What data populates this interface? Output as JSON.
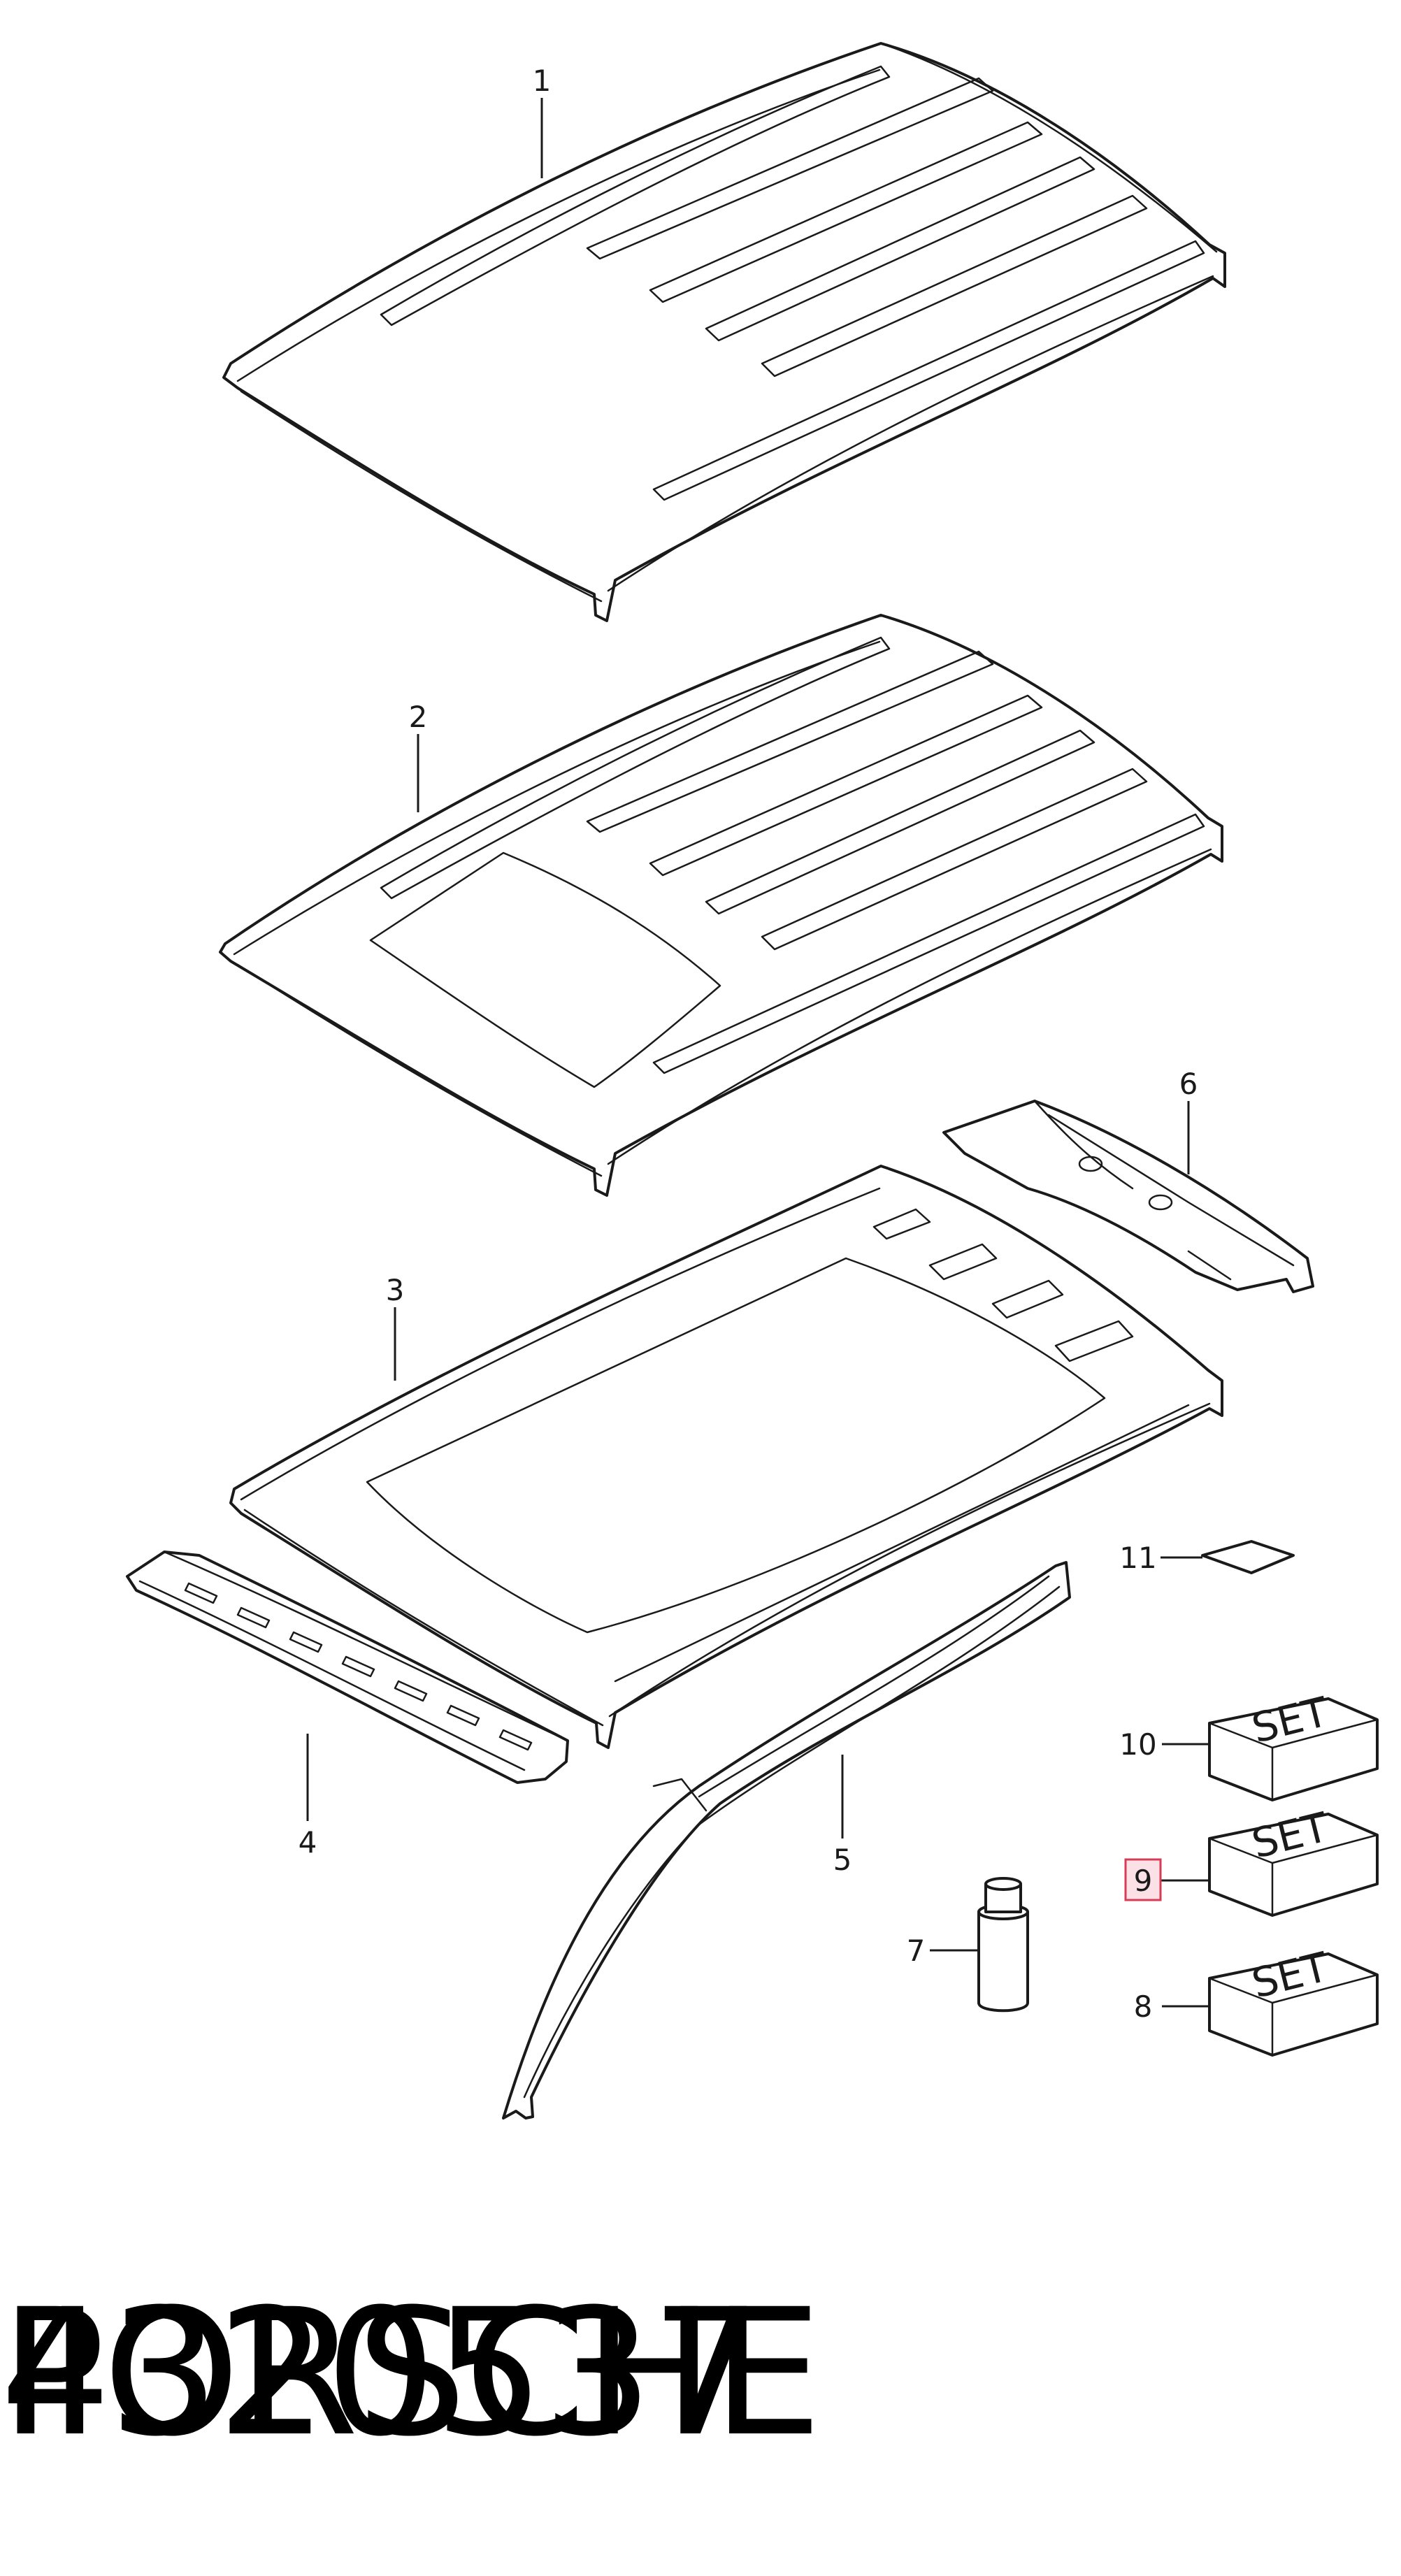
{
  "callouts": [
    {
      "id": "1",
      "label": "1",
      "highlighted": false
    },
    {
      "id": "2",
      "label": "2",
      "highlighted": false
    },
    {
      "id": "3",
      "label": "3",
      "highlighted": false
    },
    {
      "id": "4",
      "label": "4",
      "highlighted": false
    },
    {
      "id": "5",
      "label": "5",
      "highlighted": false
    },
    {
      "id": "6",
      "label": "6",
      "highlighted": false
    },
    {
      "id": "7",
      "label": "7",
      "highlighted": false
    },
    {
      "id": "8",
      "label": "8",
      "highlighted": false
    },
    {
      "id": "9",
      "label": "9",
      "highlighted": true
    },
    {
      "id": "10",
      "label": "10",
      "highlighted": false
    },
    {
      "id": "11",
      "label": "11",
      "highlighted": false
    }
  ],
  "set_boxes": [
    {
      "callout": "10",
      "label": "SET"
    },
    {
      "callout": "9",
      "label": "SET"
    },
    {
      "callout": "8",
      "label": "SET"
    }
  ],
  "footer": {
    "part_number": "4320537",
    "brand": "PORSCHE"
  },
  "colors": {
    "line": "#1a1a1a",
    "highlight_fill": "#fbe1e6",
    "highlight_stroke": "#d73b55"
  }
}
